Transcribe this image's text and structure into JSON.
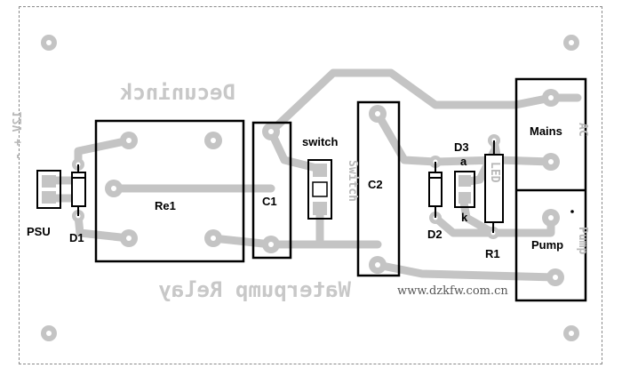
{
  "board": {
    "title_mirrored": "Decuninck",
    "subtitle_mirrored": "Waterpump Relay",
    "voltage_mirrored": "12V + -",
    "switch_mirrored": "Switch",
    "led_mirrored": "LED",
    "ac_mirrored": "AC",
    "pump_mirrored": "Pump"
  },
  "labels": {
    "psu": "PSU",
    "d1": "D1",
    "re1": "Re1",
    "c1": "C1",
    "switch": "switch",
    "c2": "C2",
    "d3": "D3",
    "a": "a",
    "k": "k",
    "d2": "D2",
    "r1": "R1",
    "mains": "Mains",
    "pump": "Pump"
  },
  "watermark": "www.dzkfw.com.cn"
}
